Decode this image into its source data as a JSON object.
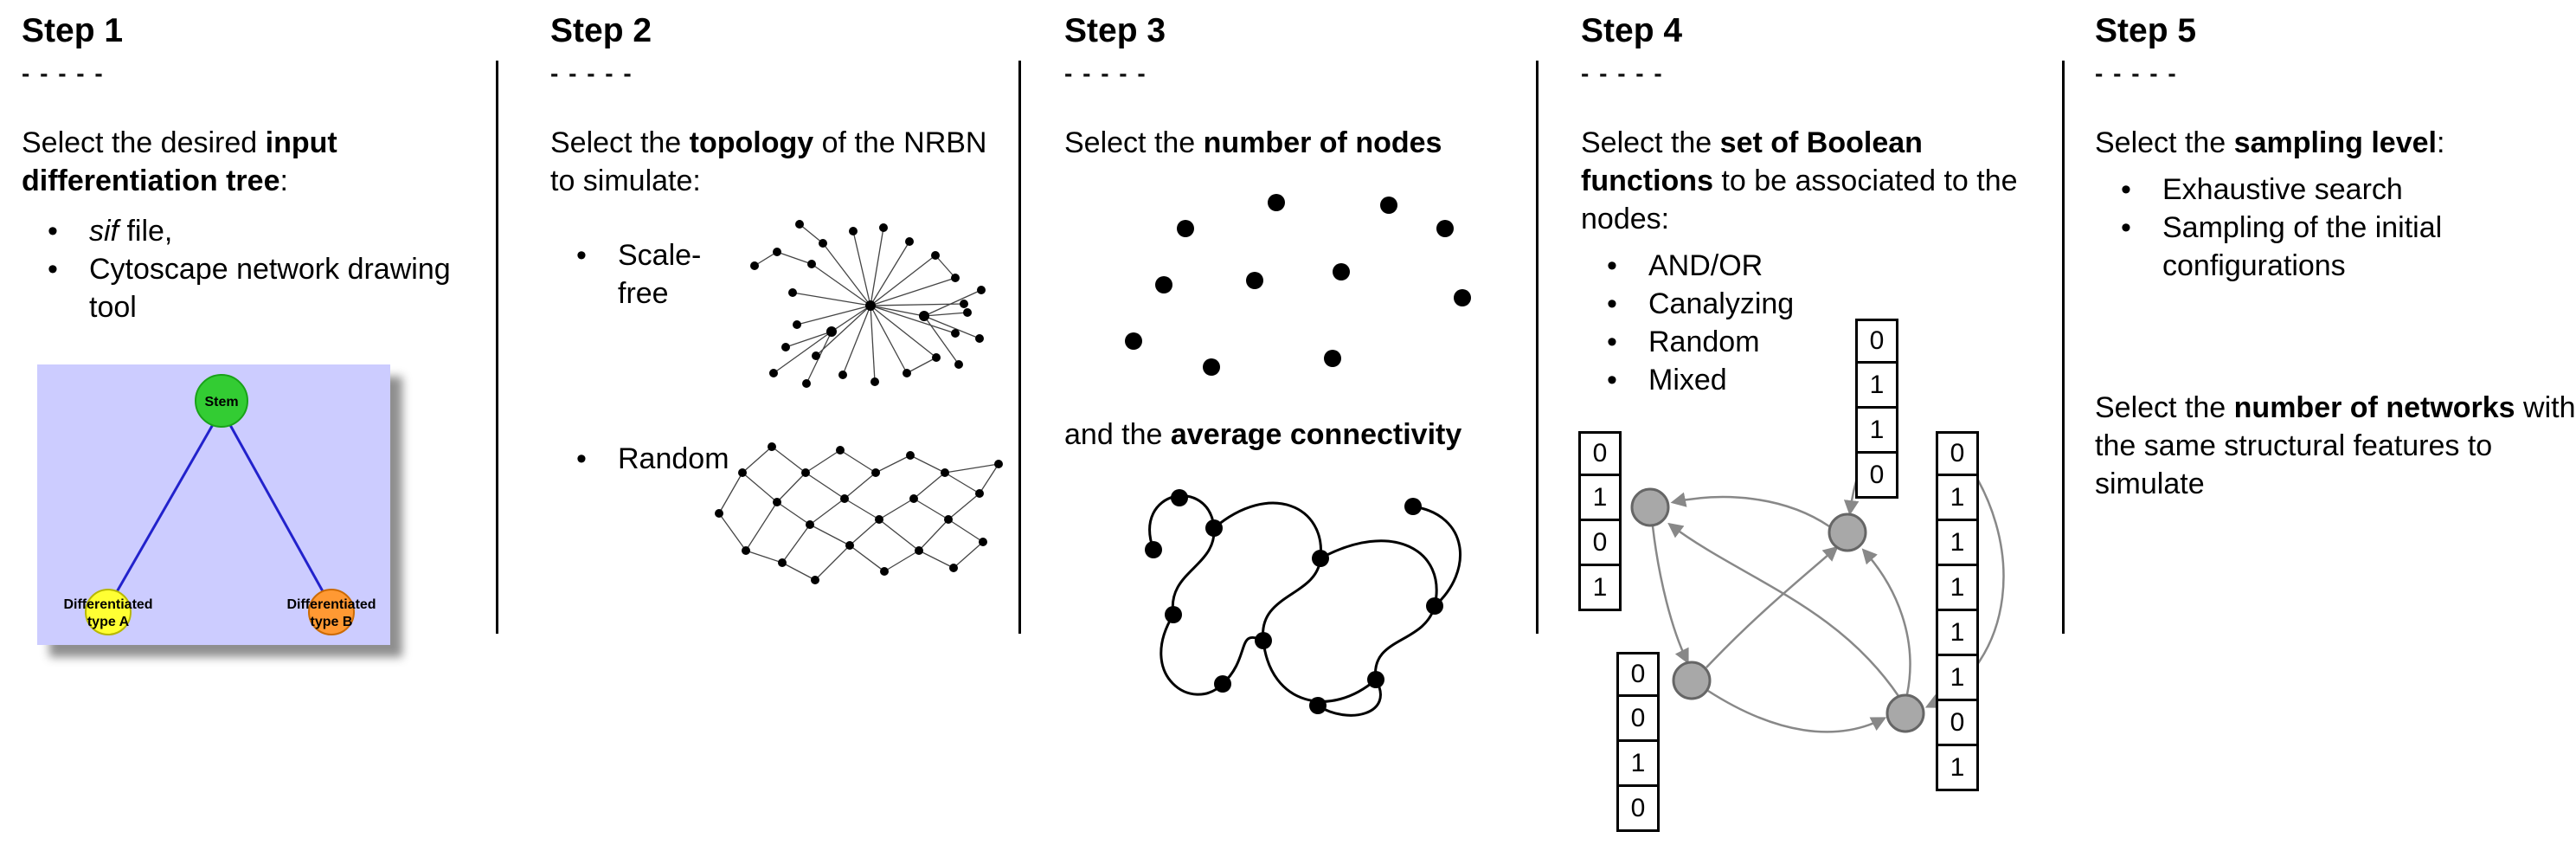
{
  "steps": {
    "step1": {
      "title": "Step 1",
      "dashes": "- - - - -",
      "intro": {
        "t1": "Select the desired ",
        "b1": "input differentiation tree",
        "t2": ":"
      },
      "bullets": {
        "b1_italic": "sif",
        "b1_rest": " file,",
        "b2": "Cytoscape network drawing tool"
      },
      "tree": {
        "stem_label": "Stem",
        "typeA_line1": "Differentiated",
        "typeA_line2": "type A",
        "typeB_line1": "Differentiated",
        "typeB_line2": "type B",
        "colors": {
          "background": "#ccccff",
          "stem": "#33cc33",
          "typeA": "#ffff33",
          "typeB": "#ff9933",
          "edge": "#2222cc"
        }
      }
    },
    "step2": {
      "title": "Step 2",
      "dashes": "- - - - -",
      "intro": {
        "t1": "Select the ",
        "b1": "topology",
        "t2": " of the NRBN to simulate:"
      },
      "bullets": {
        "b1": "Scale-free",
        "b2": "Random"
      }
    },
    "step3": {
      "title": "Step 3",
      "dashes": "- - - - -",
      "line1": {
        "t1": "Select the ",
        "b1": "number of nodes"
      },
      "line2": {
        "t1": "and the ",
        "b1": "average connectivity"
      }
    },
    "step4": {
      "title": "Step 4",
      "dashes": "- - - - -",
      "intro": {
        "t1": "Select the ",
        "b1": "set of Boolean functions",
        "t2": " to be associated to the nodes:"
      },
      "bullets": {
        "b1": "AND/OR",
        "b2": "Canalyzing",
        "b3": "Random",
        "b4": "Mixed"
      },
      "tables": {
        "left": [
          "0",
          "1",
          "0",
          "1"
        ],
        "top": [
          "0",
          "1",
          "1",
          "0"
        ],
        "bottom_left": [
          "0",
          "0",
          "1",
          "0"
        ],
        "right": [
          "0",
          "1",
          "1",
          "1",
          "1",
          "1",
          "0",
          "1"
        ]
      },
      "colors": {
        "node_fill": "#a8a8a8",
        "node_stroke": "#666666",
        "arrow": "#888888"
      }
    },
    "step5": {
      "title": "Step 5",
      "dashes": "- - - - -",
      "line1": {
        "t1": "Select the ",
        "b1": "sampling level",
        "t2": ":"
      },
      "bullets": {
        "b1": "Exhaustive search",
        "b2": "Sampling of the initial configurations"
      },
      "line2": {
        "t1": "Select the ",
        "b1": "number of networks",
        "t2": " with the same structural features to simulate"
      }
    }
  }
}
